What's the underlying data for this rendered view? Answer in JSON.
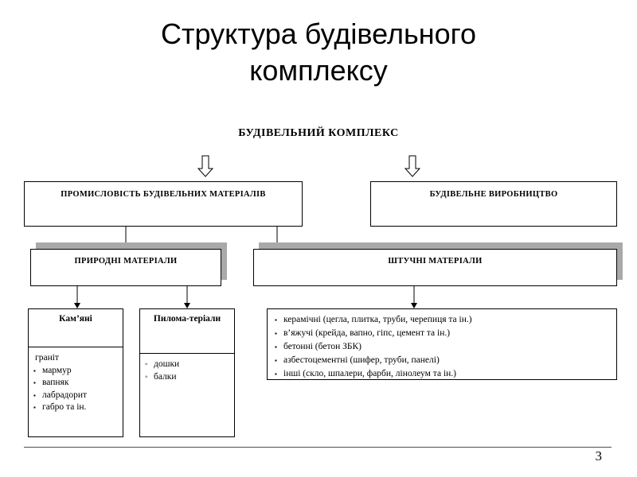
{
  "slide": {
    "title": "Структура будівельного комплексу",
    "page_number": "3"
  },
  "root_label": "БУДІВЕЛЬНИЙ КОМПЛЕКС",
  "branches": {
    "industry": "ПРОМИСЛОВІСТЬ БУДІВЕЛЬНИХ МАТЕРІАЛІВ",
    "production": "БУДІВЕЛЬНЕ ВИРОБНИЦТВО"
  },
  "materials": {
    "natural": "ПРИРОДНІ МАТЕРІАЛИ",
    "artificial": "ШТУЧНІ МАТЕРІАЛИ"
  },
  "stone": {
    "title": "Кам’яні",
    "first": "граніт",
    "items": [
      "мармур",
      "вапняк",
      "лабрадорит",
      "габро та ін."
    ]
  },
  "timber": {
    "title": "Пилома-теріали",
    "items": [
      "дошки",
      "балки"
    ]
  },
  "artificial_list": [
    "керамічні (цегла, плитка, труби, черепиця та ін.)",
    "в’яжучі (крейда, вапно, гіпс, цемент та ін.)",
    "бетонні (бетон ЗБК)",
    "азбестоцементні (шифер, труби, панелі)",
    "інші (скло, шпалери, фарби, лінолеум та ін.)"
  ],
  "bullets": {
    "square": "▪",
    "circle": "◦"
  },
  "colors": {
    "shadow": "#a9a9a9",
    "border": "#000000"
  }
}
